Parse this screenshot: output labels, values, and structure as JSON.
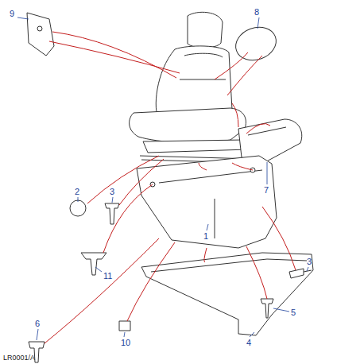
{
  "diagram": {
    "labels": [
      "9",
      "8",
      "7",
      "2",
      "3",
      "1",
      "3",
      "11",
      "5",
      "6",
      "10",
      "4",
      "LR0001/A"
    ]
  }
}
